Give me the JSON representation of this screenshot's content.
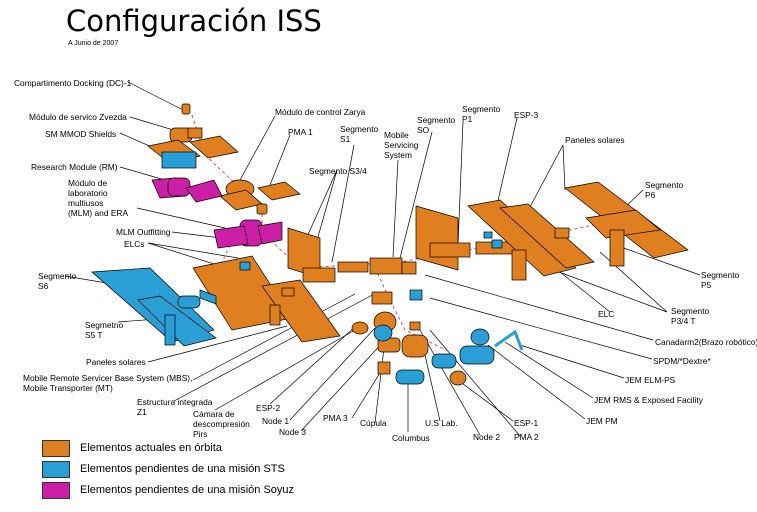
{
  "title": "Configuración ISS",
  "subtitle": "A Junio de 2007",
  "colors": {
    "orbit": "#e07f1f",
    "sts": "#2a9fd6",
    "soyuz": "#cc1fa5",
    "line": "#000000",
    "truss_path": "#e03a2a"
  },
  "labels": {
    "docking": "Compartimento Docking (DC)-1",
    "zvezda": "Módulo de servico Zvezda",
    "mmod": "SM MMOD Shields",
    "rm": "Research Module (RM)",
    "mlm": [
      "Módulo de",
      "laboratorio",
      "multiusos",
      "(MLM) and ERA"
    ],
    "mlm_outfitting": "MLM Outfitting",
    "elcs": "ELCs",
    "s6": [
      "Segmento",
      "S6"
    ],
    "s5": [
      "Segmetno",
      "S5 T"
    ],
    "paneles_left": "Paneles solares",
    "mbs": [
      "Mobile Remote Servicer Base System (MBS),",
      "Mobile Transporter (MT)"
    ],
    "z1": [
      "Estructura integrada",
      "Z1"
    ],
    "camara": [
      "Cámara de",
      "descompresión",
      "Pirs"
    ],
    "esp2": "ESP-2",
    "node1": "Node 1",
    "node3": "Node 3",
    "pma3": "PMA 3",
    "cupula": "Cúpula",
    "columbus": "Columbus",
    "uslab": "U.S Lab.",
    "node2": "Node 2",
    "esp1": "ESP-1",
    "pma2": "PMA 2",
    "jem_pm": "JEM PM",
    "jem_rms": "JEM RMS & Exposed Facility",
    "jem_elm": "JEM ELM-PS",
    "spdm": "SPDM/*Dextre*",
    "canadarm": "Canadarm2(Brazo robótico)",
    "p34": [
      "Segmento",
      "P3/4 T"
    ],
    "elc_right": "ELC",
    "p5": [
      "Segmento",
      "P5"
    ],
    "p6": [
      "Segmento",
      "P6"
    ],
    "paneles_right": "Paneles solares",
    "esp3": "ESP-3",
    "p1": [
      "Segmento",
      "P1"
    ],
    "so": [
      "Segmento",
      "SO"
    ],
    "mss": [
      "Mobile",
      "Servicing",
      "System"
    ],
    "s1": [
      "Segmento",
      "S1"
    ],
    "s34": "Segmento S3/4",
    "pma1": "PMA 1",
    "zarya": "Módulo de control Zarya"
  },
  "legend": [
    {
      "color": "#e07f1f",
      "text": "Elementos actuales en órbita"
    },
    {
      "color": "#2a9fd6",
      "text": "Elementos pendientes de una misión STS"
    },
    {
      "color": "#cc1fa5",
      "text": "Elementos pendientes de una misión Soyuz"
    }
  ]
}
